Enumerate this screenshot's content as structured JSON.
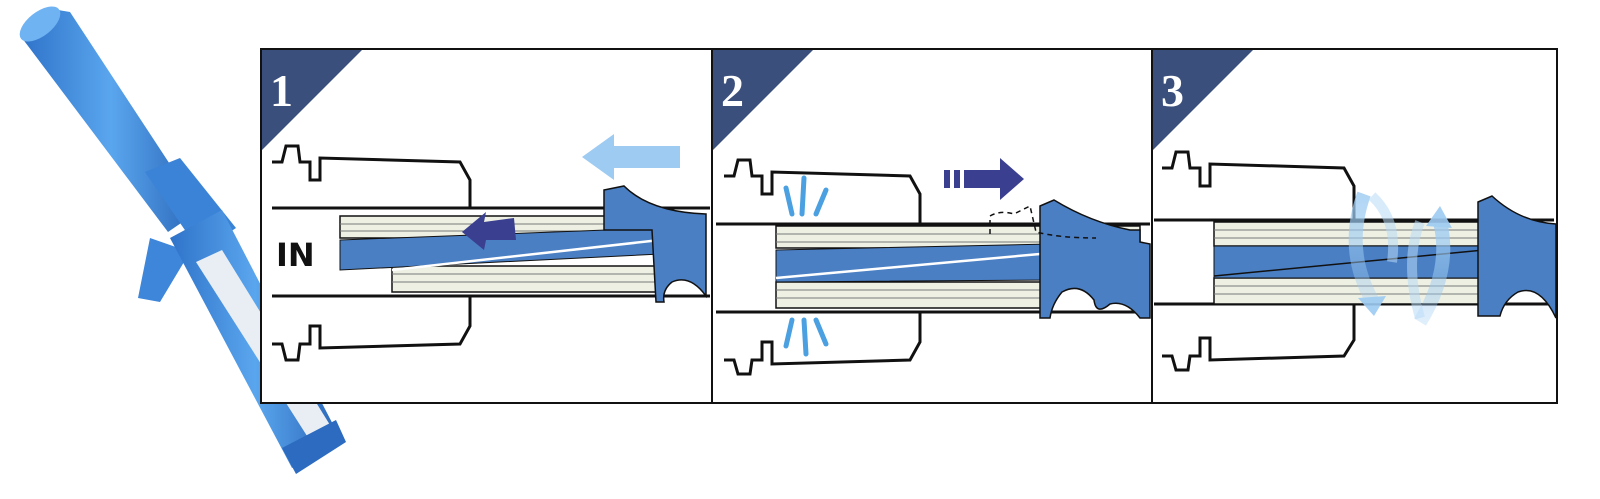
{
  "tool": {
    "name_icon": "blue-stripping-tool-icon"
  },
  "steps": [
    {
      "number": "1",
      "label": "IN"
    },
    {
      "number": "2"
    },
    {
      "number": "3"
    }
  ],
  "colors": {
    "tool_blue": "#4a7fc4",
    "tool_blue_light": "#5b9ee6",
    "badge_navy": "#3b4f7c",
    "arrow_light": "#9dcbf2",
    "arrow_dark": "#3a3f8f",
    "sleeve": "#eef0e4",
    "outline": "#111111"
  }
}
